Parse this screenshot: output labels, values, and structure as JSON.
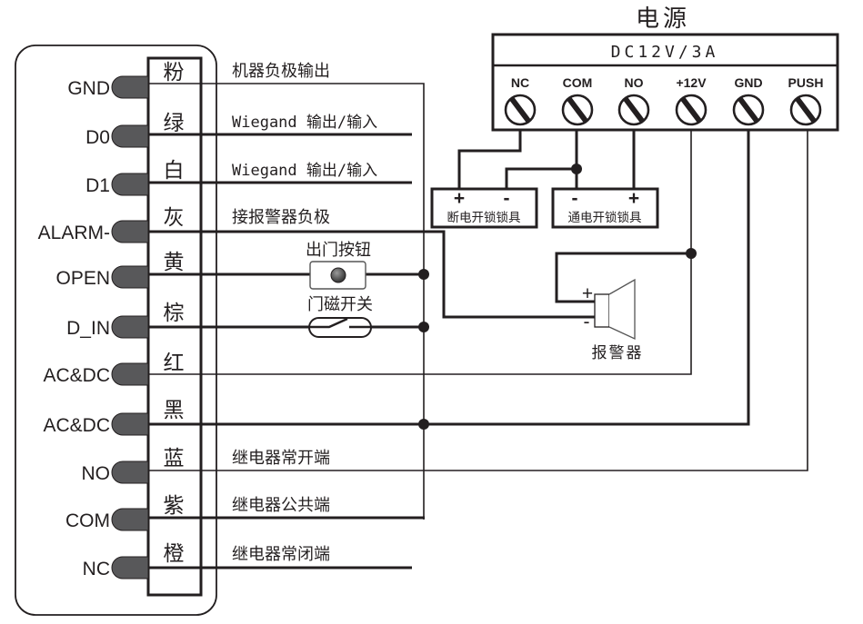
{
  "power_supply": {
    "title": "电源",
    "rating": "DC12V/3A",
    "terminals": [
      "NC",
      "COM",
      "NO",
      "+12V",
      "GND",
      "PUSH"
    ]
  },
  "controller": {
    "pins": [
      {
        "pin": "GND",
        "wire_color": "粉",
        "description": "机器负极输出"
      },
      {
        "pin": "D0",
        "wire_color": "绿",
        "description": "Wiegand 输出/输入"
      },
      {
        "pin": "D1",
        "wire_color": "白",
        "description": "Wiegand 输出/输入"
      },
      {
        "pin": "ALARM-",
        "wire_color": "灰",
        "description": "接报警器负极"
      },
      {
        "pin": "OPEN",
        "wire_color": "黄",
        "description": ""
      },
      {
        "pin": "D_IN",
        "wire_color": "棕",
        "description": ""
      },
      {
        "pin": "AC&DC",
        "wire_color": "红",
        "description": ""
      },
      {
        "pin": "AC&DC",
        "wire_color": "黑",
        "description": ""
      },
      {
        "pin": "NO",
        "wire_color": "蓝",
        "description": "继电器常开端"
      },
      {
        "pin": "COM",
        "wire_color": "紫",
        "description": "继电器公共端"
      },
      {
        "pin": "NC",
        "wire_color": "橙",
        "description": "继电器常闭端"
      }
    ]
  },
  "components": {
    "exit_button": "出门按钮",
    "door_sensor": "门磁开关",
    "alarm": "报警器",
    "alarm_plus": "+",
    "alarm_minus": "-",
    "lock_fail_secure": {
      "label": "断电开锁锁具",
      "left_terminal": "+",
      "right_terminal": "-"
    },
    "lock_fail_safe": {
      "label": "通电开锁锁具",
      "left_terminal": "-",
      "right_terminal": "+"
    }
  }
}
